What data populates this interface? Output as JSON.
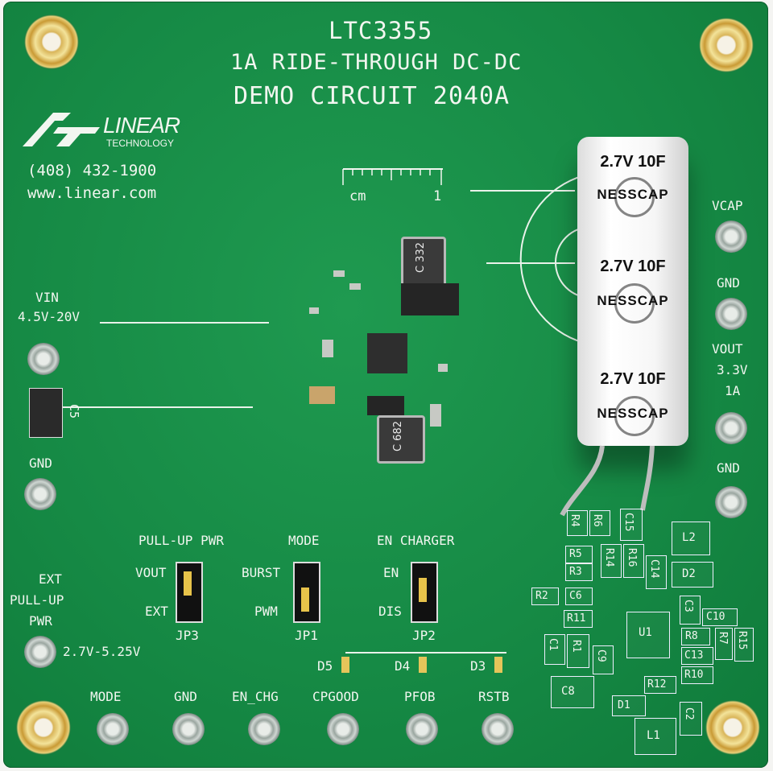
{
  "header": {
    "part": "LTC3355",
    "subtitle": "1A RIDE-THROUGH DC-DC",
    "demo": "DEMO CIRCUIT 2040A"
  },
  "company": {
    "logo_text": "LINEAR",
    "logo_sub": "TECHNOLOGY",
    "phone": "(408) 432-1900",
    "website": "www.linear.com"
  },
  "ruler": {
    "unit": "cm",
    "mark": "1"
  },
  "capacitor": {
    "ratings": [
      "2.7V 10F",
      "2.7V 10F",
      "2.7V 10F"
    ],
    "brand": "NESSCAP"
  },
  "terminals": {
    "vin": "VIN",
    "vin_range": "4.5V-20V",
    "gnd": "GND",
    "vcap": "VCAP",
    "vout": "VOUT",
    "vout_v": "3.3V",
    "vout_a": "1A",
    "ext_pullup_1": "EXT",
    "ext_pullup_2": "PULL-UP",
    "ext_pullup_3": "PWR",
    "ext_range": "2.7V-5.25V"
  },
  "jumpers": {
    "jp3": {
      "title": "PULL-UP PWR",
      "top": "VOUT",
      "bottom": "EXT",
      "ref": "JP3"
    },
    "jp1": {
      "title": "MODE",
      "top": "BURST",
      "bottom": "PWM",
      "ref": "JP1"
    },
    "jp2": {
      "title": "EN CHARGER",
      "top": "EN",
      "bottom": "DIS",
      "ref": "JP2"
    }
  },
  "leds": [
    "D5",
    "D4",
    "D3"
  ],
  "bottom_terminals": [
    "MODE",
    "GND",
    "EN_CHG",
    "CPGOOD",
    "PFOB",
    "RSTB"
  ],
  "inductors": [
    {
      "label": "C 332"
    },
    {
      "label": "C 682"
    }
  ],
  "refs": {
    "c5": "C5",
    "r4": "R4",
    "r6": "R6",
    "c15": "C15",
    "l2": "L2",
    "r5": "R5",
    "r14": "R14",
    "r16": "R16",
    "c14": "C14",
    "d2": "D2",
    "r3": "R3",
    "r2": "R2",
    "c6": "C6",
    "c3": "C3",
    "r11": "R11",
    "u1": "U1",
    "c10": "C10",
    "r8": "R8",
    "r7": "R7",
    "r15": "R15",
    "c1": "C1",
    "r1": "R1",
    "c9": "C9",
    "c13": "C13",
    "r10": "R10",
    "c8": "C8",
    "r12": "R12",
    "d1": "D1",
    "c2": "C2",
    "l1": "L1"
  }
}
